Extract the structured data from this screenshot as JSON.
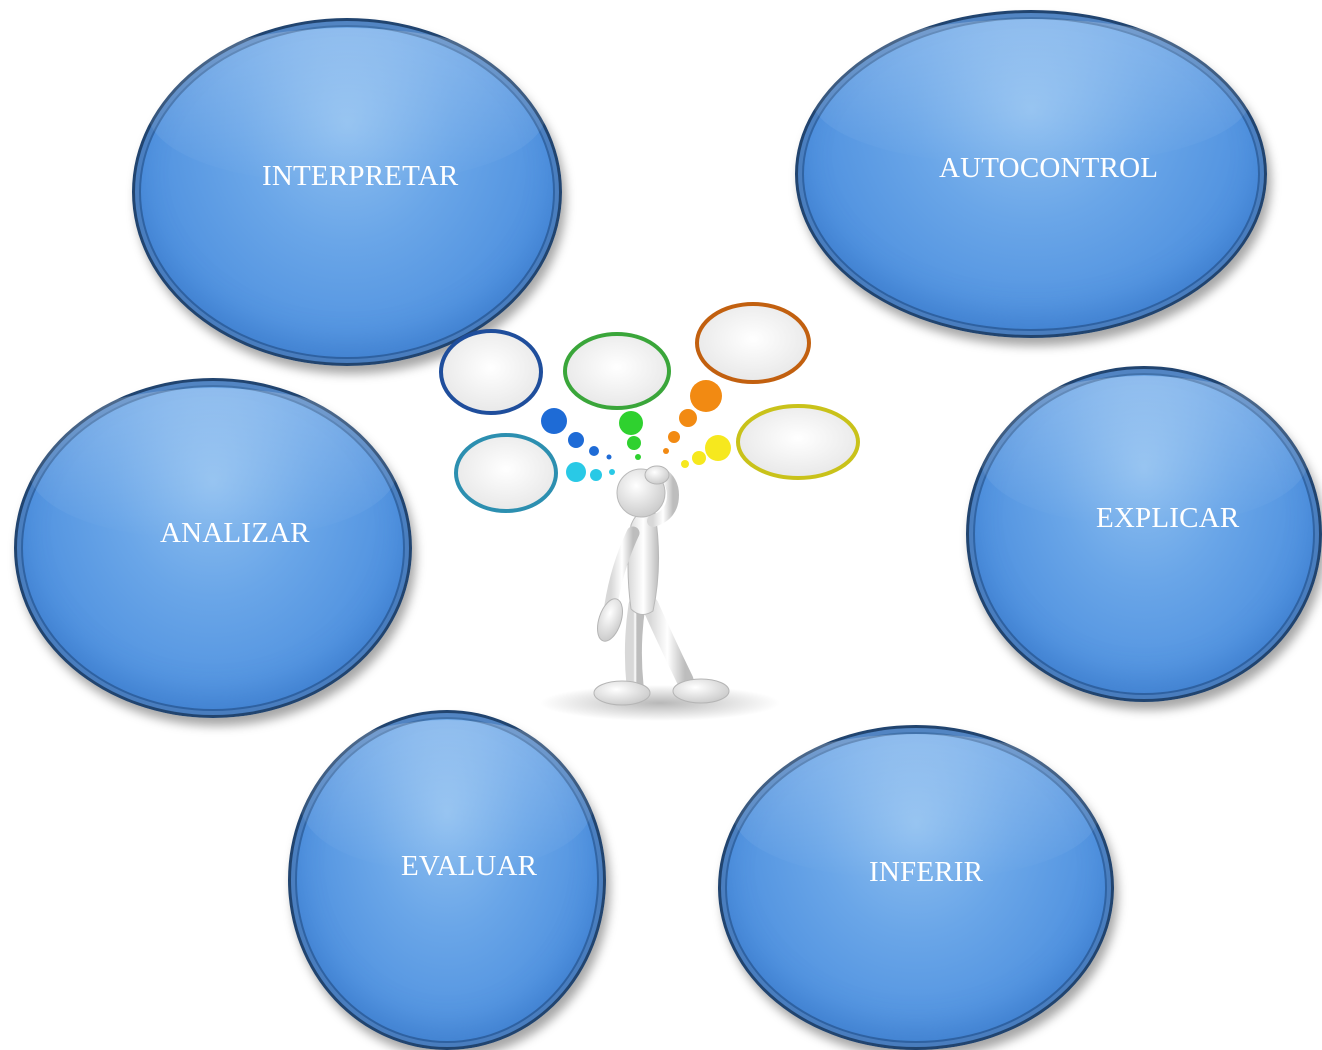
{
  "diagram": {
    "nodes": [
      {
        "id": "interpretar",
        "label": "INTERPRETAR"
      },
      {
        "id": "autocontrol",
        "label": "AUTOCONTROL"
      },
      {
        "id": "analizar",
        "label": "ANALIZAR"
      },
      {
        "id": "explicar",
        "label": "EXPLICAR"
      },
      {
        "id": "evaluar",
        "label": "EVALUAR"
      },
      {
        "id": "inferir",
        "label": "INFERIR"
      }
    ],
    "center_image": {
      "icon": "thinking-figure-with-thought-bubbles",
      "bubble_colors": [
        "#1f4e9c",
        "#3aa63a",
        "#c2600f",
        "#2c8fb0",
        "#c9c21a"
      ],
      "dot_colors": [
        "#1e6bd6",
        "#2fd12f",
        "#f28a12",
        "#29c9e6",
        "#f6e81e"
      ]
    },
    "colors": {
      "node_fill": "#5b9be3",
      "node_border": "#21446f",
      "label_text": "#ffffff"
    }
  }
}
